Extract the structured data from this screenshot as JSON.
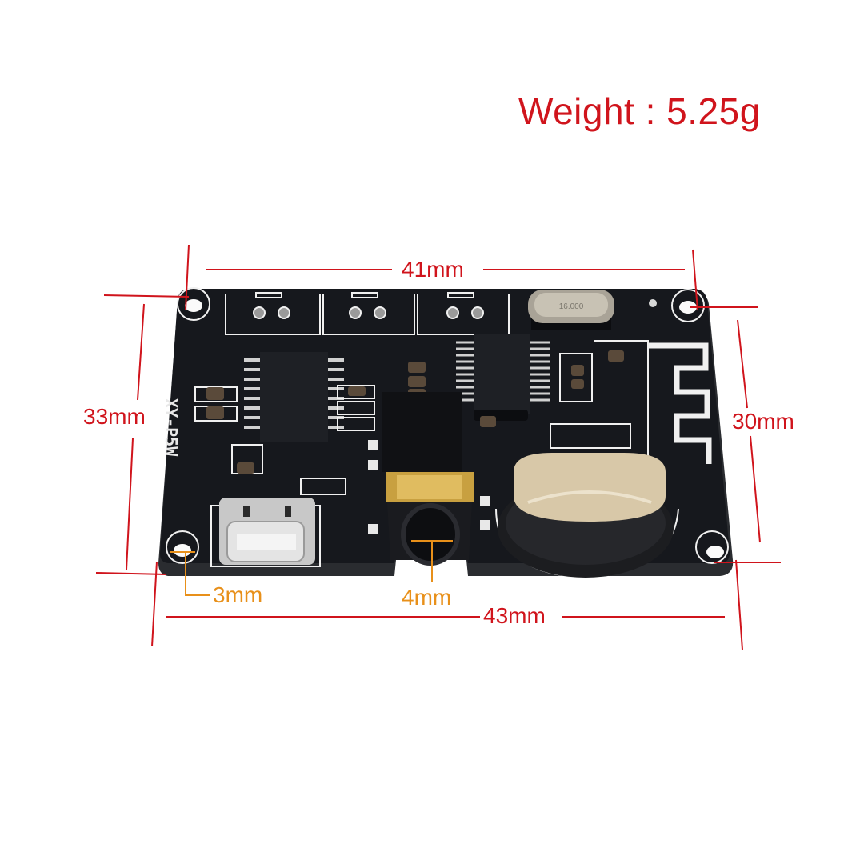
{
  "title": {
    "weight_label": "Weight : 5.25g"
  },
  "board": {
    "model_silkscreen": "XY-P5W",
    "crystal_marking": "16.000"
  },
  "dimensions": {
    "top_width": "41mm",
    "bottom_width": "43mm",
    "left_height": "33mm",
    "right_height": "30mm",
    "mount_hole": "3mm",
    "audio_jack": "4mm"
  },
  "colors": {
    "dimension_red": "#d0141c",
    "dimension_orange": "#e8901a",
    "pcb_black": "#15171c",
    "silkscreen_white": "#f0f0f0",
    "knob_beige": "#d8c8a8"
  }
}
